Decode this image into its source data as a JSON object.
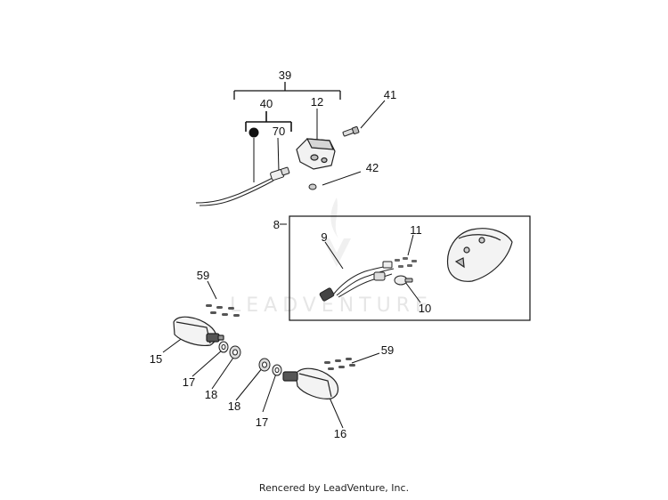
{
  "diagram": {
    "callouts": {
      "c39": "39",
      "c40": "40",
      "c12": "12",
      "c41": "41",
      "c70": "70",
      "c42": "42",
      "c8": "8",
      "c9": "9",
      "c11": "11",
      "c10": "10",
      "c59a": "59",
      "c15": "15",
      "c17a": "17",
      "c18a": "18",
      "c18b": "18",
      "c17b": "17",
      "c16": "16",
      "c59b": "59"
    },
    "watermark": "LEADVENTURE"
  },
  "footer": {
    "text": "Rencered by LeadVenture, Inc."
  }
}
